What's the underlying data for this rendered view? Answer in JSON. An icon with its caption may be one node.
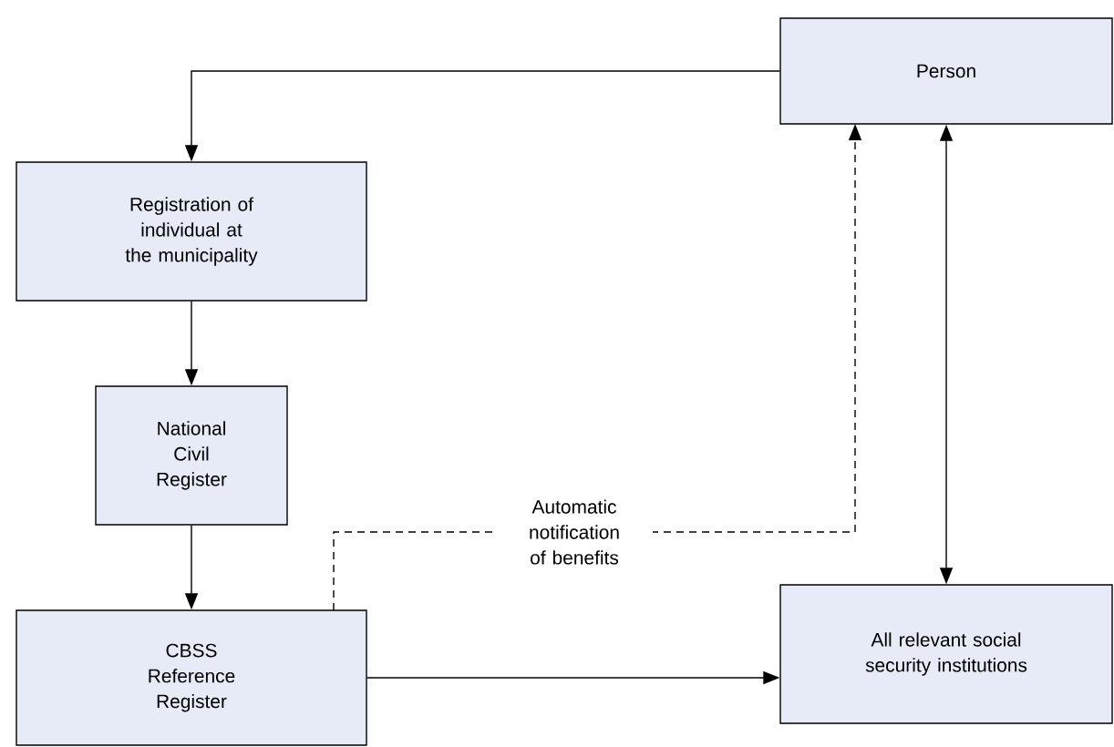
{
  "diagram": {
    "nodes": [
      {
        "text": [
          "Person"
        ]
      },
      {
        "text": [
          "Registration of individual at the municipality"
        ]
      },
      {
        "text": [
          "National Civil Register"
        ]
      },
      {
        "text": [
          "CBSS Reference Register"
        ]
      },
      {
        "text": [
          "All relevant social security institutions"
        ]
      }
    ],
    "edges": [
      {
        "from": 0,
        "to": 1,
        "arrow": "to"
      },
      {
        "from": 1,
        "to": 2,
        "arrow": "to"
      },
      {
        "from": 2,
        "to": 3,
        "arrow": "to"
      },
      {
        "from": 3,
        "to": 4,
        "arrow": "to"
      },
      {
        "from": 0,
        "to": 4,
        "arrow": "both"
      },
      {
        "from": 3,
        "to": 0,
        "arrow": "to",
        "style": "dashed",
        "label": "Automatic notification of benefits"
      }
    ]
  }
}
